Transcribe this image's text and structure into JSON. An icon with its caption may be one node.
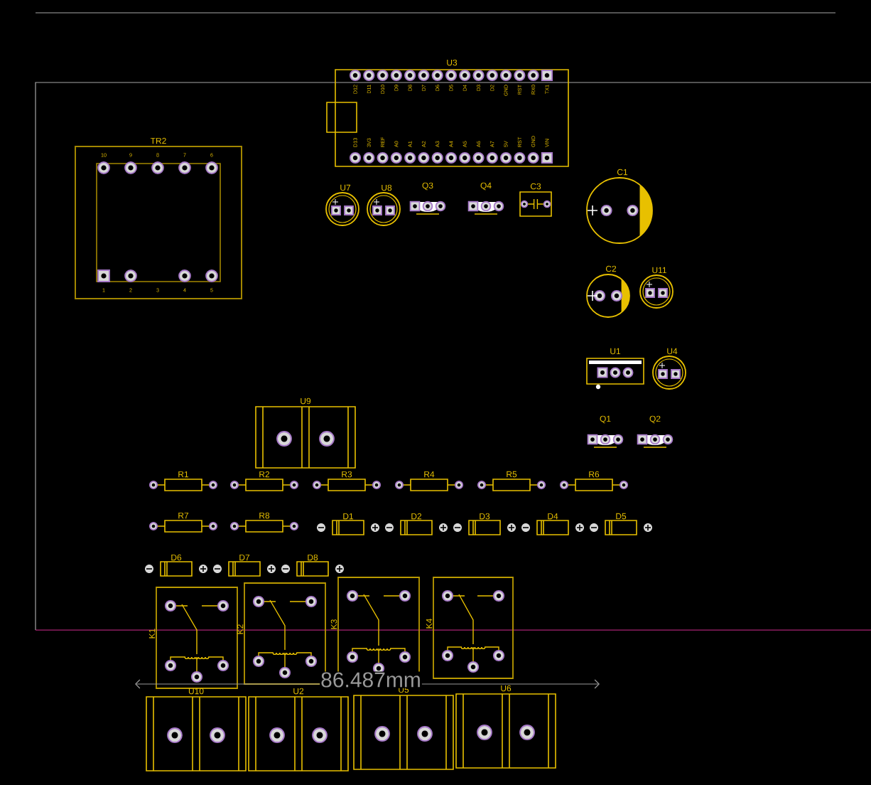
{
  "diagram": {
    "nodes": [
      {
        "text": [
          "U3",
          "D12",
          "D11",
          "D10",
          "D9",
          "D8",
          "D7",
          "D6",
          "D5",
          "D4",
          "D3",
          "D2",
          "GND",
          "RST",
          "RX0",
          "TX1",
          "D13",
          "3V3",
          "REF",
          "A0",
          "A1",
          "A2",
          "A3",
          "A4",
          "A5",
          "A6",
          "A7",
          "5V",
          "RST",
          "GND",
          "VIN"
        ]
      },
      {
        "text": [
          "TR2",
          "10",
          "9",
          "8",
          "7",
          "6",
          "1",
          "2",
          "3",
          "4",
          "5"
        ]
      },
      {
        "text": [
          "U7"
        ]
      },
      {
        "text": [
          "U8"
        ]
      },
      {
        "text": [
          "Q3"
        ]
      },
      {
        "text": [
          "Q4"
        ]
      },
      {
        "text": [
          "C3"
        ]
      },
      {
        "text": [
          "C1"
        ]
      },
      {
        "text": [
          "C2"
        ]
      },
      {
        "text": [
          "U11"
        ]
      },
      {
        "text": [
          "U1"
        ]
      },
      {
        "text": [
          "U4"
        ]
      },
      {
        "text": [
          "U9"
        ]
      },
      {
        "text": [
          "Q1"
        ]
      },
      {
        "text": [
          "Q2"
        ]
      },
      {
        "text": [
          "R1"
        ]
      },
      {
        "text": [
          "R2"
        ]
      },
      {
        "text": [
          "R3"
        ]
      },
      {
        "text": [
          "R4"
        ]
      },
      {
        "text": [
          "R5"
        ]
      },
      {
        "text": [
          "R6"
        ]
      },
      {
        "text": [
          "R7"
        ]
      },
      {
        "text": [
          "R8"
        ]
      },
      {
        "text": [
          "D1"
        ]
      },
      {
        "text": [
          "D2"
        ]
      },
      {
        "text": [
          "D3"
        ]
      },
      {
        "text": [
          "D4"
        ]
      },
      {
        "text": [
          "D5"
        ]
      },
      {
        "text": [
          "D6"
        ]
      },
      {
        "text": [
          "D7"
        ]
      },
      {
        "text": [
          "D8"
        ]
      },
      {
        "text": [
          "K1"
        ]
      },
      {
        "text": [
          "K2"
        ]
      },
      {
        "text": [
          "K3"
        ]
      },
      {
        "text": [
          "K4"
        ]
      },
      {
        "text": [
          "U10"
        ]
      },
      {
        "text": [
          "U2"
        ]
      },
      {
        "text": [
          "U5"
        ]
      },
      {
        "text": [
          "U6"
        ]
      }
    ],
    "labels": [
      "86.487mm"
    ]
  }
}
